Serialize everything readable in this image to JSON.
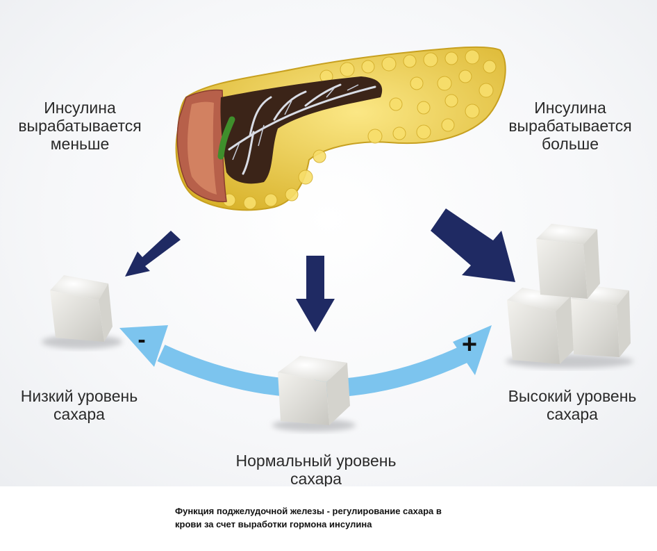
{
  "colors": {
    "dark_arrow": "#1f2a63",
    "curve_arrow": "#7cc4ee",
    "pancreas": "#f0d24e",
    "sugar_cube": "#f1f0ec"
  },
  "icons": [
    "pancreas-illustration",
    "sugar-cube-icon",
    "minus-sign",
    "plus-sign"
  ],
  "labels": {
    "less_insulin": [
      "Инсулина",
      "вырабатывается",
      "меньше"
    ],
    "more_insulin": [
      "Инсулина",
      "вырабатывается",
      "больше"
    ],
    "low_sugar": [
      "Низкий уровень",
      "сахара"
    ],
    "high_sugar": [
      "Высокий уровень",
      "сахара"
    ],
    "normal_sugar": [
      "Нормальный уровень",
      "сахара"
    ],
    "minus": "-",
    "plus": "+"
  },
  "caption": [
    "Функция поджелудочной железы - регулирование сахара в",
    "крови за счет выработки гормона инсулина"
  ]
}
